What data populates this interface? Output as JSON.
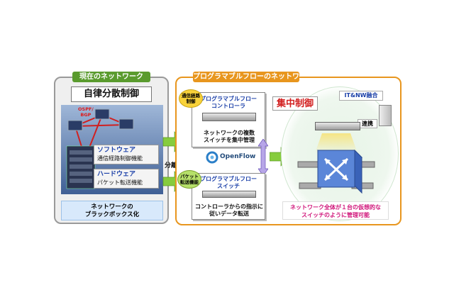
{
  "left": {
    "tab": "現在のネットワーク",
    "title": "自律分散制御",
    "protocol": "OSPF/\nBGP",
    "software_head": "ソフトウェア",
    "software_desc": "通信経路制御機能",
    "hardware_head": "ハードウェア",
    "hardware_desc": "パケット転送機能",
    "footer": "ネットワークの\nブラックボックス化"
  },
  "split_label": "分離",
  "right": {
    "tab": "プログラマブルフローのネットワーク",
    "controller_badge": "通信経路\n制御",
    "controller_title": "プログラマブルフロー\nコントローラ",
    "controller_desc": "ネットワークの複数\nスイッチを集中管理",
    "openflow": "OpenFlow",
    "switch_badge": "パケット\n転送機能",
    "switch_title": "プログラマブルフロー\nスイッチ",
    "switch_desc": "コントローラからの指示に\n従いデータ転送",
    "central_title": "集中制御",
    "itnw": "IT&NW融合",
    "link": "連携",
    "virtual_switch": "ネットワーク全体が１台の仮想的な\nスイッチのように管理可能"
  },
  "colors": {
    "left_tab": "#5a9b2e",
    "right_tab": "#e8961e",
    "blue_text": "#1a3fa8",
    "red_text": "#d21e1e",
    "magenta_text": "#d0157a",
    "arrow_green": "#86cc3e"
  }
}
